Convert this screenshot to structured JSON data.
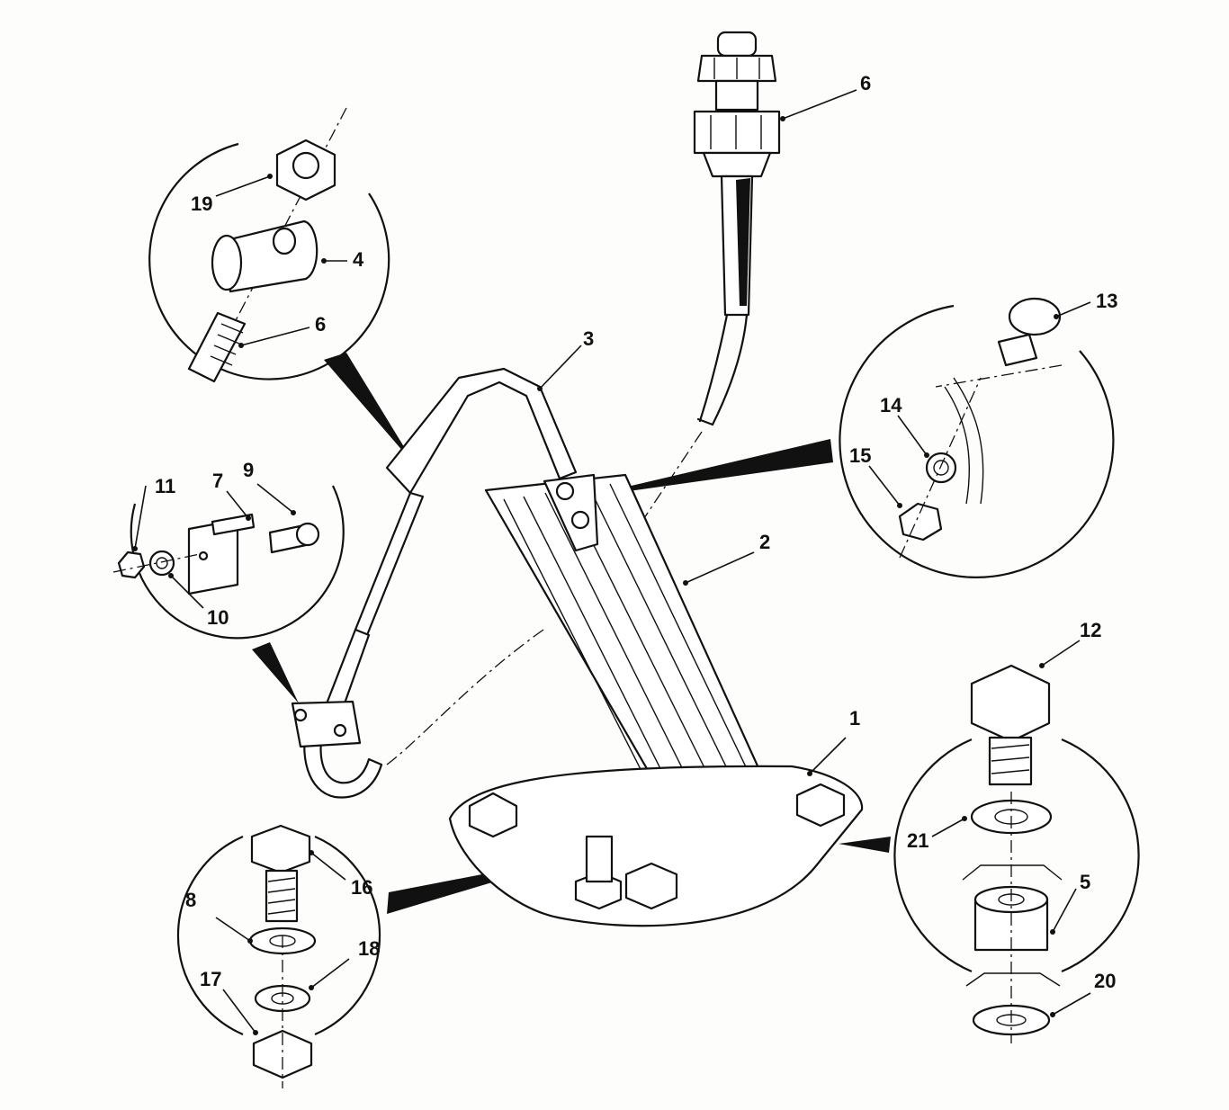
{
  "diagram": {
    "colors": {
      "ink": "#111111",
      "paper": "#fdfdfb"
    },
    "callouts": [
      {
        "id": "c1",
        "text": "1"
      },
      {
        "id": "c2",
        "text": "2"
      },
      {
        "id": "c3",
        "text": "3"
      },
      {
        "id": "c4",
        "text": "4"
      },
      {
        "id": "c5",
        "text": "5"
      },
      {
        "id": "c6a",
        "text": "6"
      },
      {
        "id": "c6b",
        "text": "6"
      },
      {
        "id": "c7",
        "text": "7"
      },
      {
        "id": "c8",
        "text": "8"
      },
      {
        "id": "c9",
        "text": "9"
      },
      {
        "id": "c10",
        "text": "10"
      },
      {
        "id": "c11",
        "text": "11"
      },
      {
        "id": "c12",
        "text": "12"
      },
      {
        "id": "c13",
        "text": "13"
      },
      {
        "id": "c14",
        "text": "14"
      },
      {
        "id": "c15",
        "text": "15"
      },
      {
        "id": "c16",
        "text": "16"
      },
      {
        "id": "c17",
        "text": "17"
      },
      {
        "id": "c18",
        "text": "18"
      },
      {
        "id": "c19",
        "text": "19"
      },
      {
        "id": "c20",
        "text": "20"
      },
      {
        "id": "c21",
        "text": "21"
      }
    ]
  }
}
